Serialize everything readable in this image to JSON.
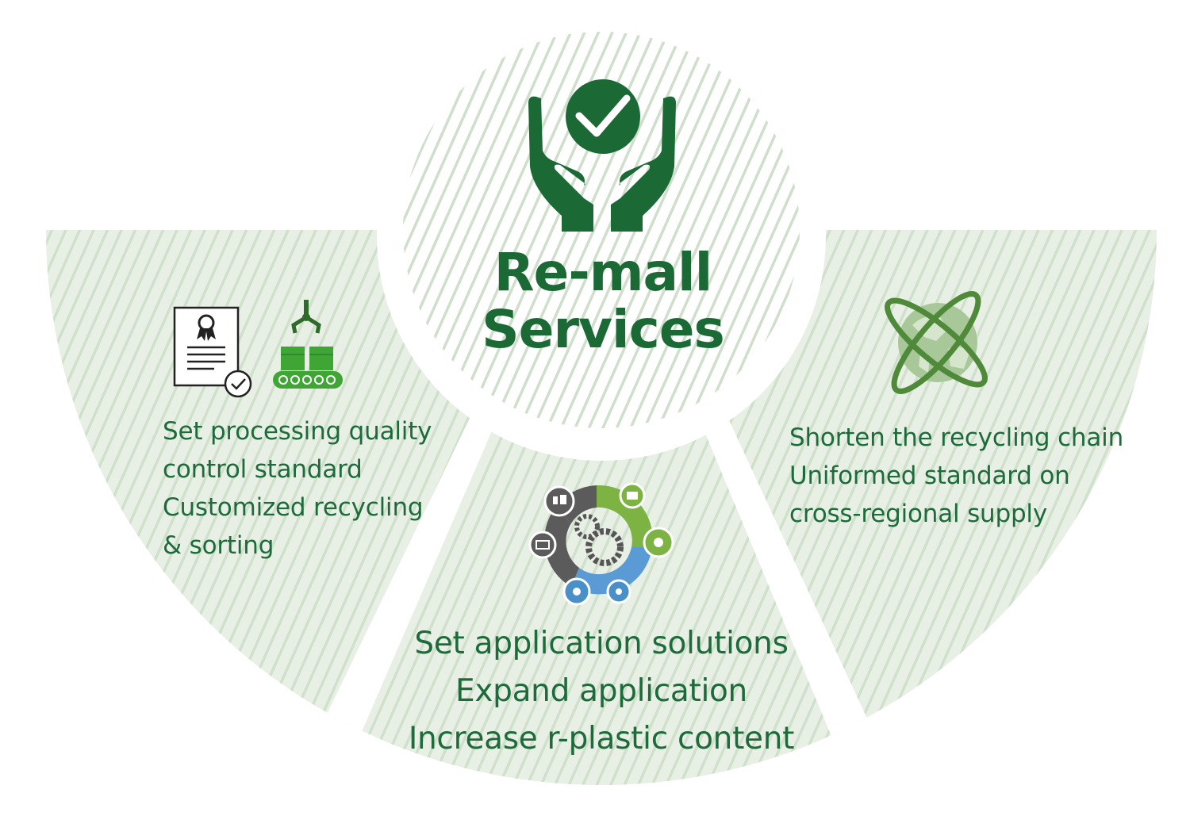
{
  "title": {
    "line1": "Re-mall",
    "line2": "Services"
  },
  "sections": {
    "left": {
      "lines": [
        "Set processing quality",
        "control standard",
        "Customized recycling",
        "& sorting"
      ],
      "icons": [
        "certificate-icon",
        "conveyor-robot-arm-icon"
      ]
    },
    "bottom": {
      "lines": [
        "Set application solutions",
        "Expand application",
        "Increase r-plastic content"
      ],
      "icons": [
        "gear-cycle-icon"
      ]
    },
    "right": {
      "lines": [
        "Shorten the recycling chain",
        "Uniformed standard on",
        "cross-regional supply"
      ],
      "icons": [
        "globe-orbit-icon"
      ]
    }
  },
  "center_icon": "hands-check-icon",
  "colors": {
    "primary_green": "#1b6a35",
    "text_green": "#1d6b3a",
    "pale_green": "#e6efe3",
    "stripe_green": "#cddfc9",
    "bright_green": "#3fa535",
    "olive_green": "#6aa84f",
    "gray": "#666666",
    "blue": "#4a90c8"
  }
}
